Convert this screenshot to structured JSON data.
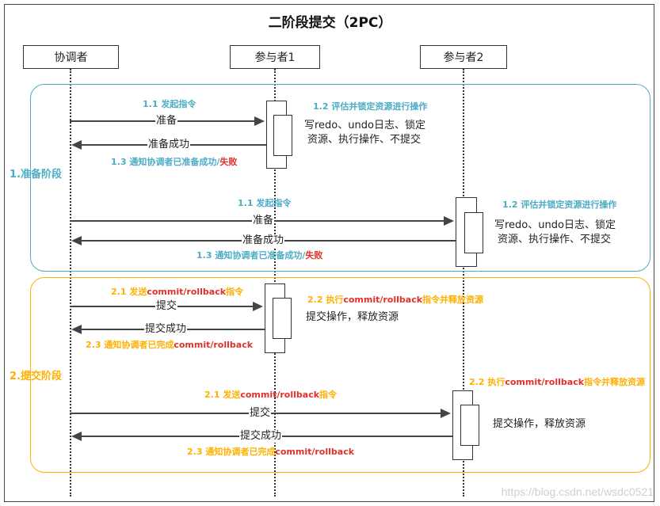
{
  "title": "二阶段提交（2PC）",
  "actors": {
    "coordinator": "协调者",
    "participant1": "参与者1",
    "participant2": "参与者2"
  },
  "phase1": {
    "label": "1.准备阶段",
    "p1": {
      "send_note": "1.1 发起指令",
      "send_label": "准备",
      "reply_label": "准备成功",
      "eval_note": "1.2 评估并锁定资源进行操作",
      "desc_line1": "写redo、undo日志、锁定",
      "desc_line2": "资源、执行操作、不提交",
      "notify_note": "1.3 通知协调者已准备成功/",
      "notify_fail": "失败"
    },
    "p2": {
      "send_note": "1.1 发起指令",
      "send_label": "准备",
      "reply_label": "准备成功",
      "eval_note": "1.2 评估并锁定资源进行操作",
      "desc_line1": "写redo、undo日志、锁定",
      "desc_line2": "资源、执行操作、不提交",
      "notify_note": "1.3 通知协调者已准备成功/",
      "notify_fail": "失败"
    }
  },
  "phase2": {
    "label": "2.提交阶段",
    "p1": {
      "send_note_a": "2.1 发送",
      "send_note_b": "commit/rollback",
      "send_note_c": "指令",
      "send_label": "提交",
      "reply_label": "提交成功",
      "exec_note_a": "2.2 执行",
      "exec_note_b": "commit/rollback",
      "exec_note_c": "指令并释放资源",
      "desc": "提交操作，释放资源",
      "notify_note_a": "2.3 通知协调者已完成",
      "notify_note_b": "commit/rollback"
    },
    "p2": {
      "send_note_a": "2.1 发送",
      "send_note_b": "commit/rollback",
      "send_note_c": "指令",
      "send_label": "提交",
      "reply_label": "提交成功",
      "exec_note_a": "2.2 执行",
      "exec_note_b": "commit/rollback",
      "exec_note_c": "指令并释放资源",
      "desc": "提交操作，释放资源",
      "notify_note_a": "2.3 通知协调者已完成",
      "notify_note_b": "commit/rollback"
    }
  },
  "watermark": "https://blog.csdn.net/wsdc0521",
  "colors": {
    "phase1": "#4bacc6",
    "phase2": "#ffb000",
    "fail": "#e0302a"
  }
}
